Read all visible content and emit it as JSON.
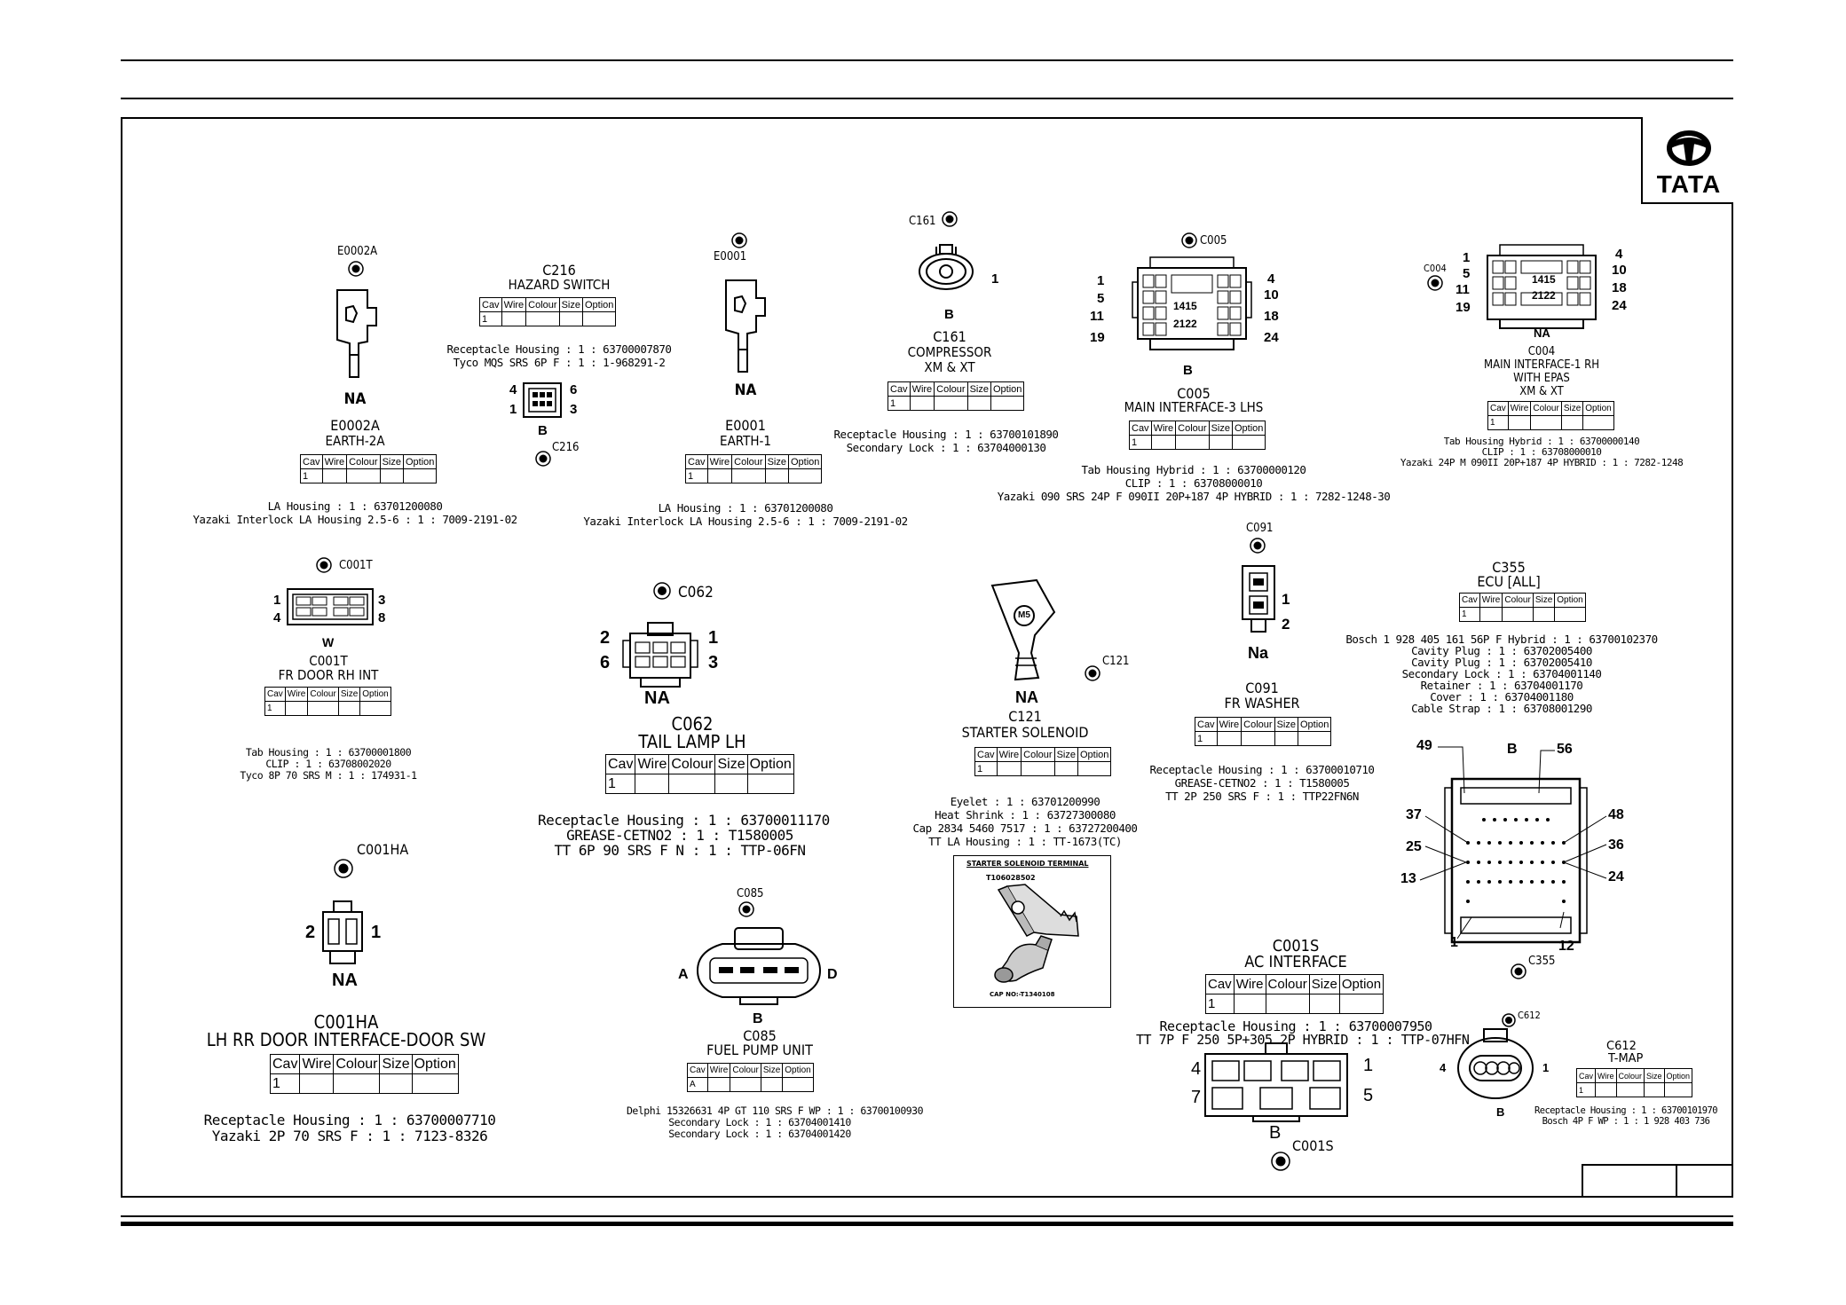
{
  "logo_text": "TATA",
  "table_header": [
    "Cav",
    "Wire",
    "Colour",
    "Size",
    "Option"
  ],
  "connectors": {
    "E0002A": {
      "marker": "E0002A",
      "variant": "NA",
      "id": "E0002A",
      "name": "EARTH-2A",
      "cav": "1",
      "parts": [
        "LA Housing : 1 : 63701200080",
        "Yazaki Interlock LA Housing 2.5-6 : 1 : 7009-2191-02"
      ]
    },
    "C216": {
      "id": "C216",
      "name": "HAZARD SWITCH",
      "cav": "1",
      "parts": [
        "Receptacle Housing : 1 : 63700007870",
        "Tyco MQS SRS 6P F : 1 : 1-968291-2"
      ],
      "pins": [
        "4",
        "6",
        "1",
        "3"
      ],
      "variant": "B",
      "marker": "C216"
    },
    "E0001": {
      "marker": "E0001",
      "variant": "NA",
      "id": "E0001",
      "name": "EARTH-1",
      "cav": "1",
      "parts": [
        "LA Housing : 1 : 63701200080",
        "Yazaki Interlock LA Housing 2.5-6 : 1 : 7009-2191-02"
      ]
    },
    "C161": {
      "marker": "C161",
      "pin": "1",
      "variant": "B",
      "id": "C161",
      "name": "COMPRESSOR",
      "option": "XM & XT",
      "cav": "1",
      "parts": [
        "Receptacle Housing : 1 : 63700101890",
        "Secondary Lock : 1 : 63704000130"
      ]
    },
    "C005": {
      "marker": "C005",
      "pins_left": [
        "1",
        "5",
        "11",
        "19"
      ],
      "pins_right": [
        "4",
        "10",
        "18",
        "24"
      ],
      "inner_top": "1415",
      "inner_bottom": "2122",
      "variant": "B",
      "id": "C005",
      "name": "MAIN INTERFACE-3 LHS",
      "cav": "1",
      "parts": [
        "Tab Housing Hybrid : 1 : 63700000120",
        "CLIP : 1 : 63708000010",
        "Yazaki 090 SRS 24P F 090II 20P+187 4P HYBRID : 1 : 7282-1248-30"
      ]
    },
    "C004": {
      "marker": "C004",
      "pins_left": [
        "1",
        "5",
        "11",
        "19"
      ],
      "pins_right": [
        "4",
        "10",
        "18",
        "24"
      ],
      "inner_top": "1415",
      "inner_bottom": "2122",
      "variant": "NA",
      "id": "C004",
      "name": "MAIN INTERFACE-1 RH",
      "name2": "WITH EPAS",
      "option": "XM & XT",
      "cav": "1",
      "parts": [
        "Tab Housing Hybrid : 1 : 63700000140",
        "CLIP : 1 : 63708000010",
        "Yazaki 24P M 090II 20P+187 4P HYBRID : 1 : 7282-1248"
      ]
    },
    "C001T": {
      "marker": "C001T",
      "pins": [
        "1",
        "3",
        "4",
        "8"
      ],
      "variant": "W",
      "id": "C001T",
      "name": "FR DOOR RH INT",
      "cav": "1",
      "parts": [
        "Tab Housing : 1 : 63700001800",
        "CLIP : 1 : 63708002020",
        "Tyco 8P 70 SRS M : 1 : 174931-1"
      ]
    },
    "C062": {
      "marker": "C062",
      "pins": [
        "2",
        "1",
        "6",
        "3"
      ],
      "variant": "NA",
      "id": "C062",
      "name": "TAIL LAMP LH",
      "cav": "1",
      "parts": [
        "Receptacle Housing : 1 : 63700011170",
        "GREASE-CETNO2 : 1 : T1580005",
        "TT 6P 90 SRS F N : 1 : TTP-06FN"
      ]
    },
    "C121": {
      "marker": "C121",
      "eyelet": "M5",
      "variant": "NA",
      "id": "C121",
      "name": "STARTER SOLENOID",
      "cav": "1",
      "parts": [
        "Eyelet : 1 : 63701200990",
        "Heat Shrink : 1 : 63727300080",
        "Cap 2834 5460 7517 : 1 : 63727200400",
        "TT LA Housing : 1 : TT-1673(TC)"
      ],
      "photo_title": "STARTER SOLENOID TERMINAL",
      "photo_part": "T106028502",
      "photo_cap": "CAP NO:-T1340108"
    },
    "C091": {
      "marker": "C091",
      "pins": [
        "1",
        "2"
      ],
      "variant": "Na",
      "id": "C091",
      "name": "FR WASHER",
      "cav": "1",
      "parts": [
        "Receptacle Housing : 1 : 63700010710",
        "GREASE-CETNO2 : 1 : T1580005",
        "TT 2P 250 SRS F : 1 : TTP22FN6N"
      ]
    },
    "C355": {
      "id": "C355",
      "name": "ECU [ALL]",
      "cav": "1",
      "parts": [
        "Bosch 1 928 405 161 56P F Hybrid : 1 : 63700102370",
        "Cavity Plug : 1 : 63702005400",
        "Cavity Plug : 1 : 63702005410",
        "Secondary Lock : 1 : 63704001140",
        "Retainer : 1 : 63704001170",
        "Cover : 1 : 63704001180",
        "Cable Strap : 1 : 63708001290"
      ],
      "pins_left": [
        "49",
        "37",
        "25",
        "13",
        "1"
      ],
      "pins_right": [
        "56",
        "48",
        "36",
        "24",
        "12"
      ],
      "variant": "B",
      "marker": "C355"
    },
    "C001HA": {
      "marker": "C001HA",
      "pins": [
        "2",
        "1"
      ],
      "variant": "NA",
      "id": "C001HA",
      "name": "LH RR DOOR INTERFACE-DOOR SW",
      "cav": "1",
      "parts": [
        "Receptacle Housing : 1 : 63700007710",
        "Yazaki 2P 70 SRS F  : 1 : 7123-8326"
      ]
    },
    "C085": {
      "marker": "C085",
      "pins": [
        "A",
        "D"
      ],
      "variant": "B",
      "id": "C085",
      "name": "FUEL PUMP UNIT",
      "cav": "A",
      "parts": [
        "Delphi 15326631 4P GT 110 SRS F WP : 1 : 63700100930",
        "Secondary Lock : 1 : 63704001410",
        "Secondary Lock : 1 : 63704001420"
      ]
    },
    "C001S": {
      "id": "C001S",
      "name": "AC INTERFACE",
      "cav": "1",
      "parts": [
        "Receptacle Housing : 1 : 63700007950",
        "TT 7P F 250 5P+305 2P HYBRID : 1 : TTP-07HFN"
      ],
      "pins": [
        "4",
        "1",
        "7",
        "5"
      ],
      "variant": "B",
      "marker": "C001S"
    },
    "C612": {
      "marker": "C612",
      "pins": [
        "4",
        "1"
      ],
      "variant": "B",
      "id": "C612",
      "name": "T-MAP",
      "cav": "1",
      "parts": [
        "Receptacle Housing : 1 : 63700101970",
        "Bosch 4P F WP : 1 : 1 928 403 736"
      ]
    }
  }
}
